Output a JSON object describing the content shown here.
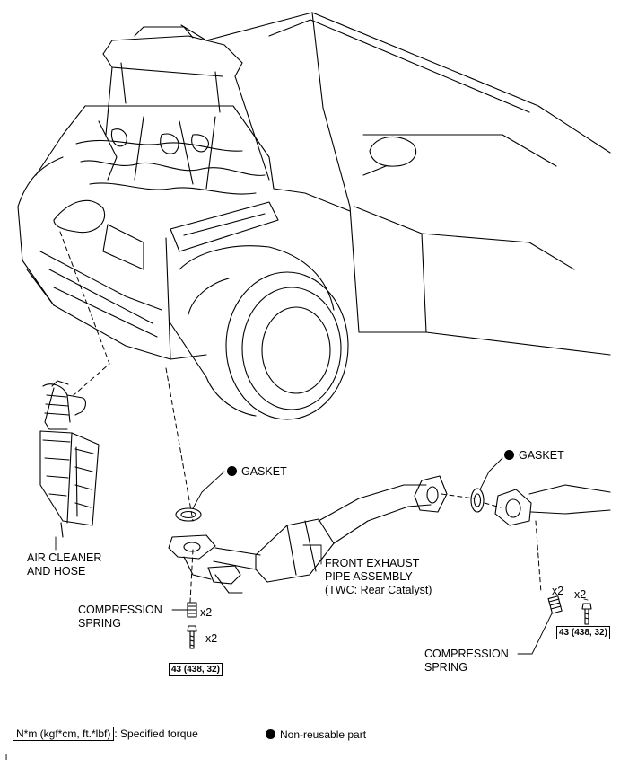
{
  "labels": {
    "gasket_left": "GASKET",
    "gasket_right": "GASKET",
    "air_cleaner_line1": "AIR CLEANER",
    "air_cleaner_line2": "AND HOSE",
    "exhaust_line1": "FRONT EXHAUST",
    "exhaust_line2": "PIPE ASSEMBLY",
    "exhaust_line3": "(TWC: Rear Catalyst)",
    "spring_left_line1": "COMPRESSION",
    "spring_left_line2": "SPRING",
    "spring_right_line1": "COMPRESSION",
    "spring_right_line2": "SPRING"
  },
  "quantities": {
    "spring_left": "x2",
    "bolt_left": "x2",
    "spring_right": "x2",
    "bolt_right": "x2"
  },
  "torque": {
    "left": "43 (438, 32)",
    "right": "43 (438, 32)"
  },
  "legend": {
    "torque_box": "N*m (kgf*cm, ft.*lbf)",
    "torque_text": ": Specified torque",
    "nonreusable_text": "Non-reusable part"
  },
  "corner_mark": "T"
}
